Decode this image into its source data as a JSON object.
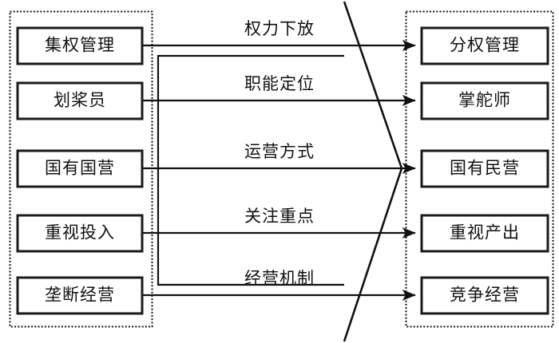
{
  "diagram": {
    "type": "transformation-comparison",
    "orientation": "left-to-right",
    "colors": {
      "stroke": "#111111",
      "box_stroke": "#1a1a1a",
      "background": "#ffffff",
      "frame_stroke": "#111111"
    },
    "left_group": {
      "name": "before-state-group",
      "frame": "dotted",
      "items": [
        {
          "id": "left-1",
          "label": "集权管理"
        },
        {
          "id": "left-2",
          "label": "划桨员"
        },
        {
          "id": "left-3",
          "label": "国有国营"
        },
        {
          "id": "left-4",
          "label": "重视投入"
        },
        {
          "id": "left-5",
          "label": "垄断经营"
        }
      ]
    },
    "right_group": {
      "name": "after-state-group",
      "frame": "dotted",
      "items": [
        {
          "id": "right-1",
          "label": "分权管理"
        },
        {
          "id": "right-2",
          "label": "掌舵师"
        },
        {
          "id": "right-3",
          "label": "国有民营"
        },
        {
          "id": "right-4",
          "label": "重视产出"
        },
        {
          "id": "right-5",
          "label": "竞争经营"
        }
      ]
    },
    "edges": [
      {
        "id": "edge-1",
        "label": "权力下放",
        "from": "left-1",
        "to": "right-1"
      },
      {
        "id": "edge-2",
        "label": "职能定位",
        "from": "left-2",
        "to": "right-2"
      },
      {
        "id": "edge-3",
        "label": "运营方式",
        "from": "left-3",
        "to": "right-3"
      },
      {
        "id": "edge-4",
        "label": "关注重点",
        "from": "left-4",
        "to": "right-4"
      },
      {
        "id": "edge-5",
        "label": "经营机制",
        "from": "left-5",
        "to": "right-5"
      }
    ]
  }
}
